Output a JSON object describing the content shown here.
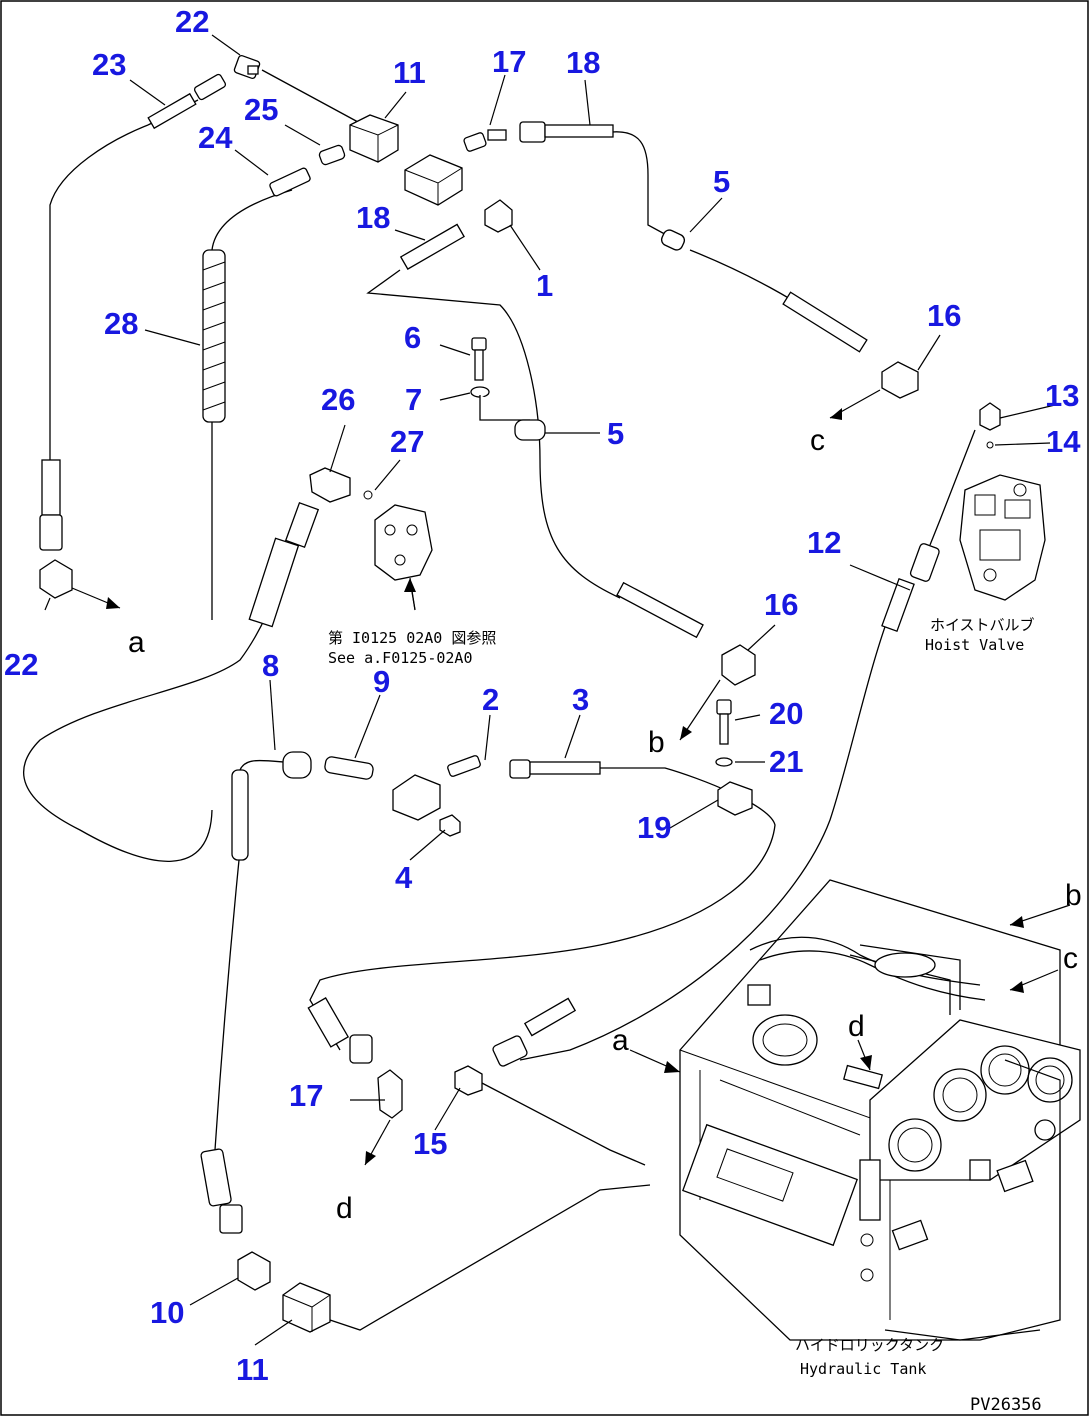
{
  "callouts": {
    "c1": "1",
    "c2": "2",
    "c3": "3",
    "c4": "4",
    "c5a": "5",
    "c5b": "5",
    "c6": "6",
    "c7": "7",
    "c8": "8",
    "c9": "9",
    "c10": "10",
    "c11a": "11",
    "c11b": "11",
    "c12": "12",
    "c13": "13",
    "c14": "14",
    "c15": "15",
    "c16a": "16",
    "c16b": "16",
    "c17a": "17",
    "c17b": "17",
    "c18a": "18",
    "c18b": "18",
    "c19": "19",
    "c20": "20",
    "c21": "21",
    "c22a": "22",
    "c22b": "22",
    "c23": "23",
    "c24": "24",
    "c25": "25",
    "c26": "26",
    "c27": "27",
    "c28": "28"
  },
  "connection_letters": {
    "a_top": "a",
    "a_tank": "a",
    "b_mid": "b",
    "b_tank": "b",
    "c_mid": "c",
    "c_tank": "c",
    "d_mid": "d",
    "d_tank": "d"
  },
  "notes": {
    "reference_jp": "第 I0125 02A0 図参照",
    "reference_en": "See  a.F0125-02A0",
    "hoist_valve_jp": "ホイストバルブ",
    "hoist_valve_en": "Hoist Valve",
    "hydraulic_tank_jp": "ハイドロリックタンク",
    "hydraulic_tank_en": "Hydraulic Tank"
  },
  "drawing_code": "PV26356",
  "colors": {
    "callout": "#1818e0",
    "line": "#000000",
    "background": "#ffffff"
  }
}
